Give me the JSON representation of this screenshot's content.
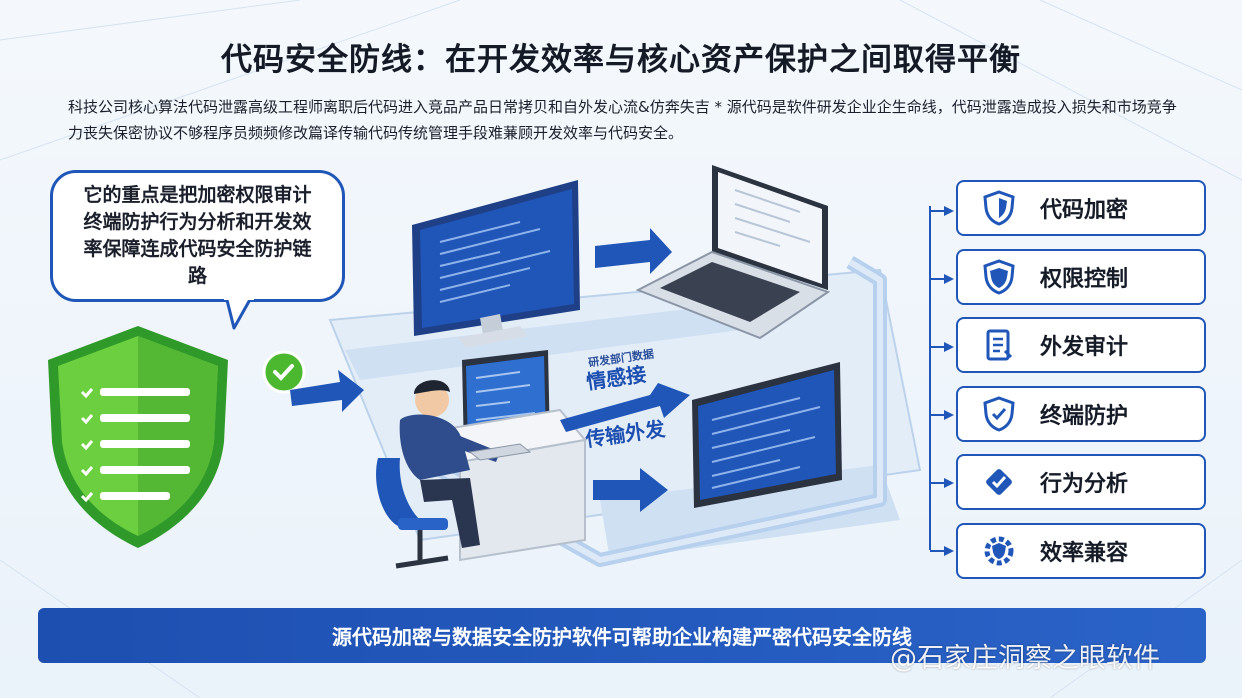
{
  "title": "代码安全防线：在开发效率与核心资产保护之间取得平衡",
  "intro": "科技公司核心算法代码泄露高级工程师离职后代码进入竞品产品日常拷贝和自外发心流&仿奔失吉 * 源代码是软件研发企业企生命线，代码泄露造成投入损失和市场竞争力丧失保密协议不够程序员频频修改篇译传输代码传统管理手段难蒹顾开发效率与代码安全。",
  "bubble": "它的重点是把加密权限审计终端防护行为分析和开发效率保障连成代码安全防护链路",
  "flow": {
    "small_label": "研发部门数据",
    "label_top": "情感接",
    "label_bottom": "传输外发"
  },
  "features": [
    {
      "label": "代码加密",
      "icon": "shield-icon"
    },
    {
      "label": "权限控制",
      "icon": "shield-check-icon"
    },
    {
      "label": "外发审计",
      "icon": "document-audit-icon"
    },
    {
      "label": "终端防护",
      "icon": "shield-outline-icon"
    },
    {
      "label": "行为分析",
      "icon": "behavior-icon"
    },
    {
      "label": "效率兼容",
      "icon": "gear-shield-icon"
    }
  ],
  "footer": "源代码加密与数据安全防护软件可帮助企业构建严密代码安全防线",
  "watermark": "@石家庄洞察之眼软件",
  "colors": {
    "primary": "#1f56b8",
    "shield_green": "#5cc23a",
    "background": "#eef4fb"
  }
}
